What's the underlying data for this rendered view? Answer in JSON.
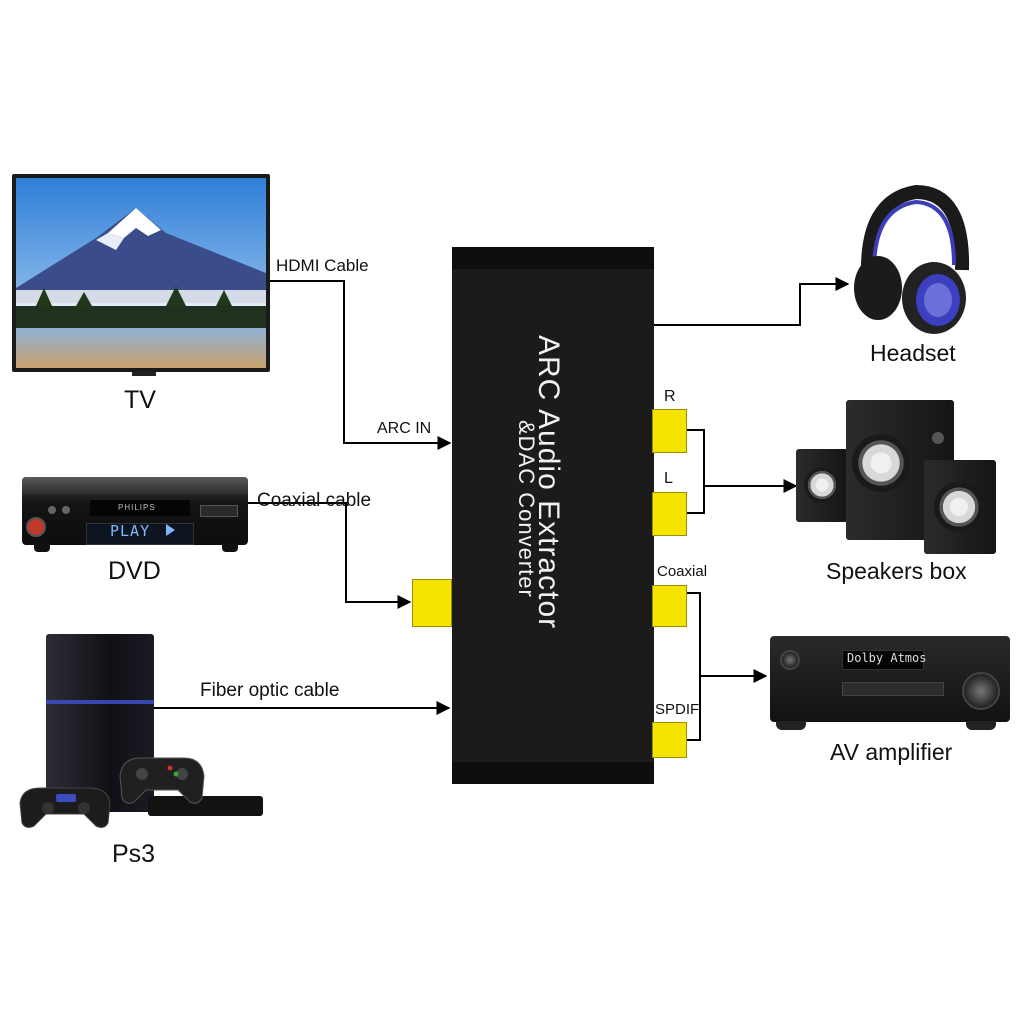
{
  "devices": {
    "tv": "TV",
    "dvd": "DVD",
    "ps3": "Ps3",
    "headset": "Headset",
    "speakers": "Speakers box",
    "amplifier": "AV amplifier"
  },
  "cables": {
    "hdmi": "HDMI Cable",
    "arc_in": "ARC IN",
    "coaxial": "Coaxial cable",
    "fiber": "Fiber optic cable"
  },
  "extractor": {
    "title_line1": "ARC Audio Extractor",
    "title_line2": "&DAC Converter"
  },
  "ports": {
    "r": "R",
    "l": "L",
    "coaxial": "Coaxial",
    "spdif": "SPDIF"
  },
  "device_text": {
    "dvd_brand": "PHILIPS",
    "dvd_display": "PLAY",
    "amp_display": "Dolby Atmos"
  },
  "colors": {
    "port": "#f5e400",
    "box": "#1b1b1b",
    "line": "#000000"
  }
}
